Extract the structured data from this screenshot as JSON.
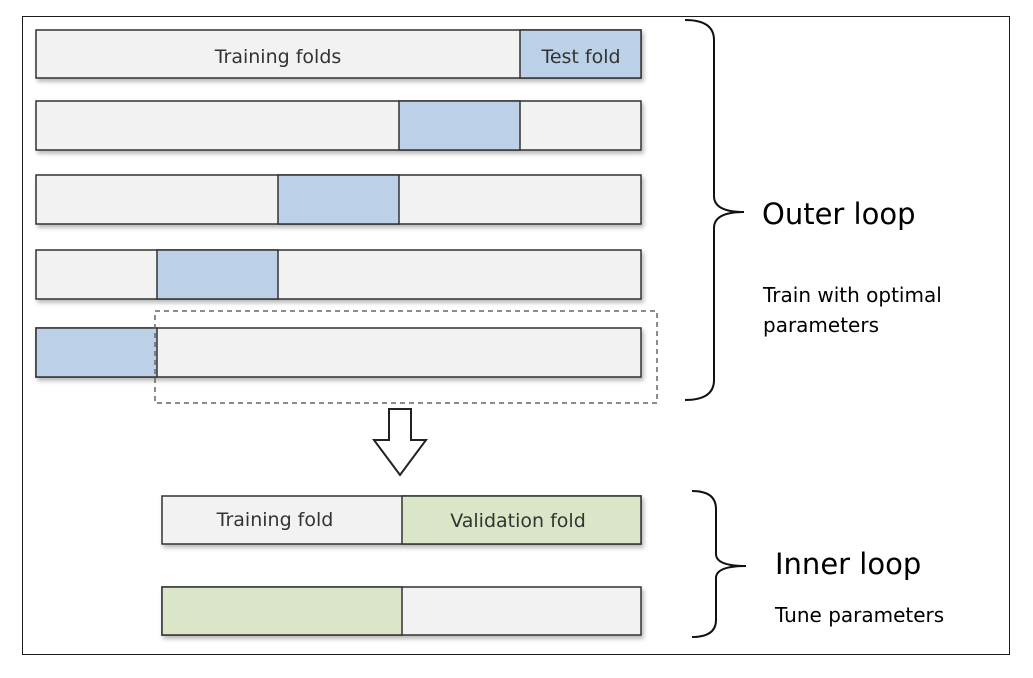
{
  "outer": {
    "training_label": "Training folds",
    "test_label": "Test fold",
    "title": "Outer loop",
    "desc_line1": "Train with optimal",
    "desc_line2": "parameters"
  },
  "inner": {
    "training_label": "Training fold",
    "validation_label": "Validation fold",
    "title": "Inner loop",
    "desc": "Tune parameters"
  },
  "colors": {
    "fold_bg": "#f2f2f2",
    "test_fold": "#bcd1e8",
    "validation_fold": "#dbe6c8",
    "border": "#333333"
  }
}
